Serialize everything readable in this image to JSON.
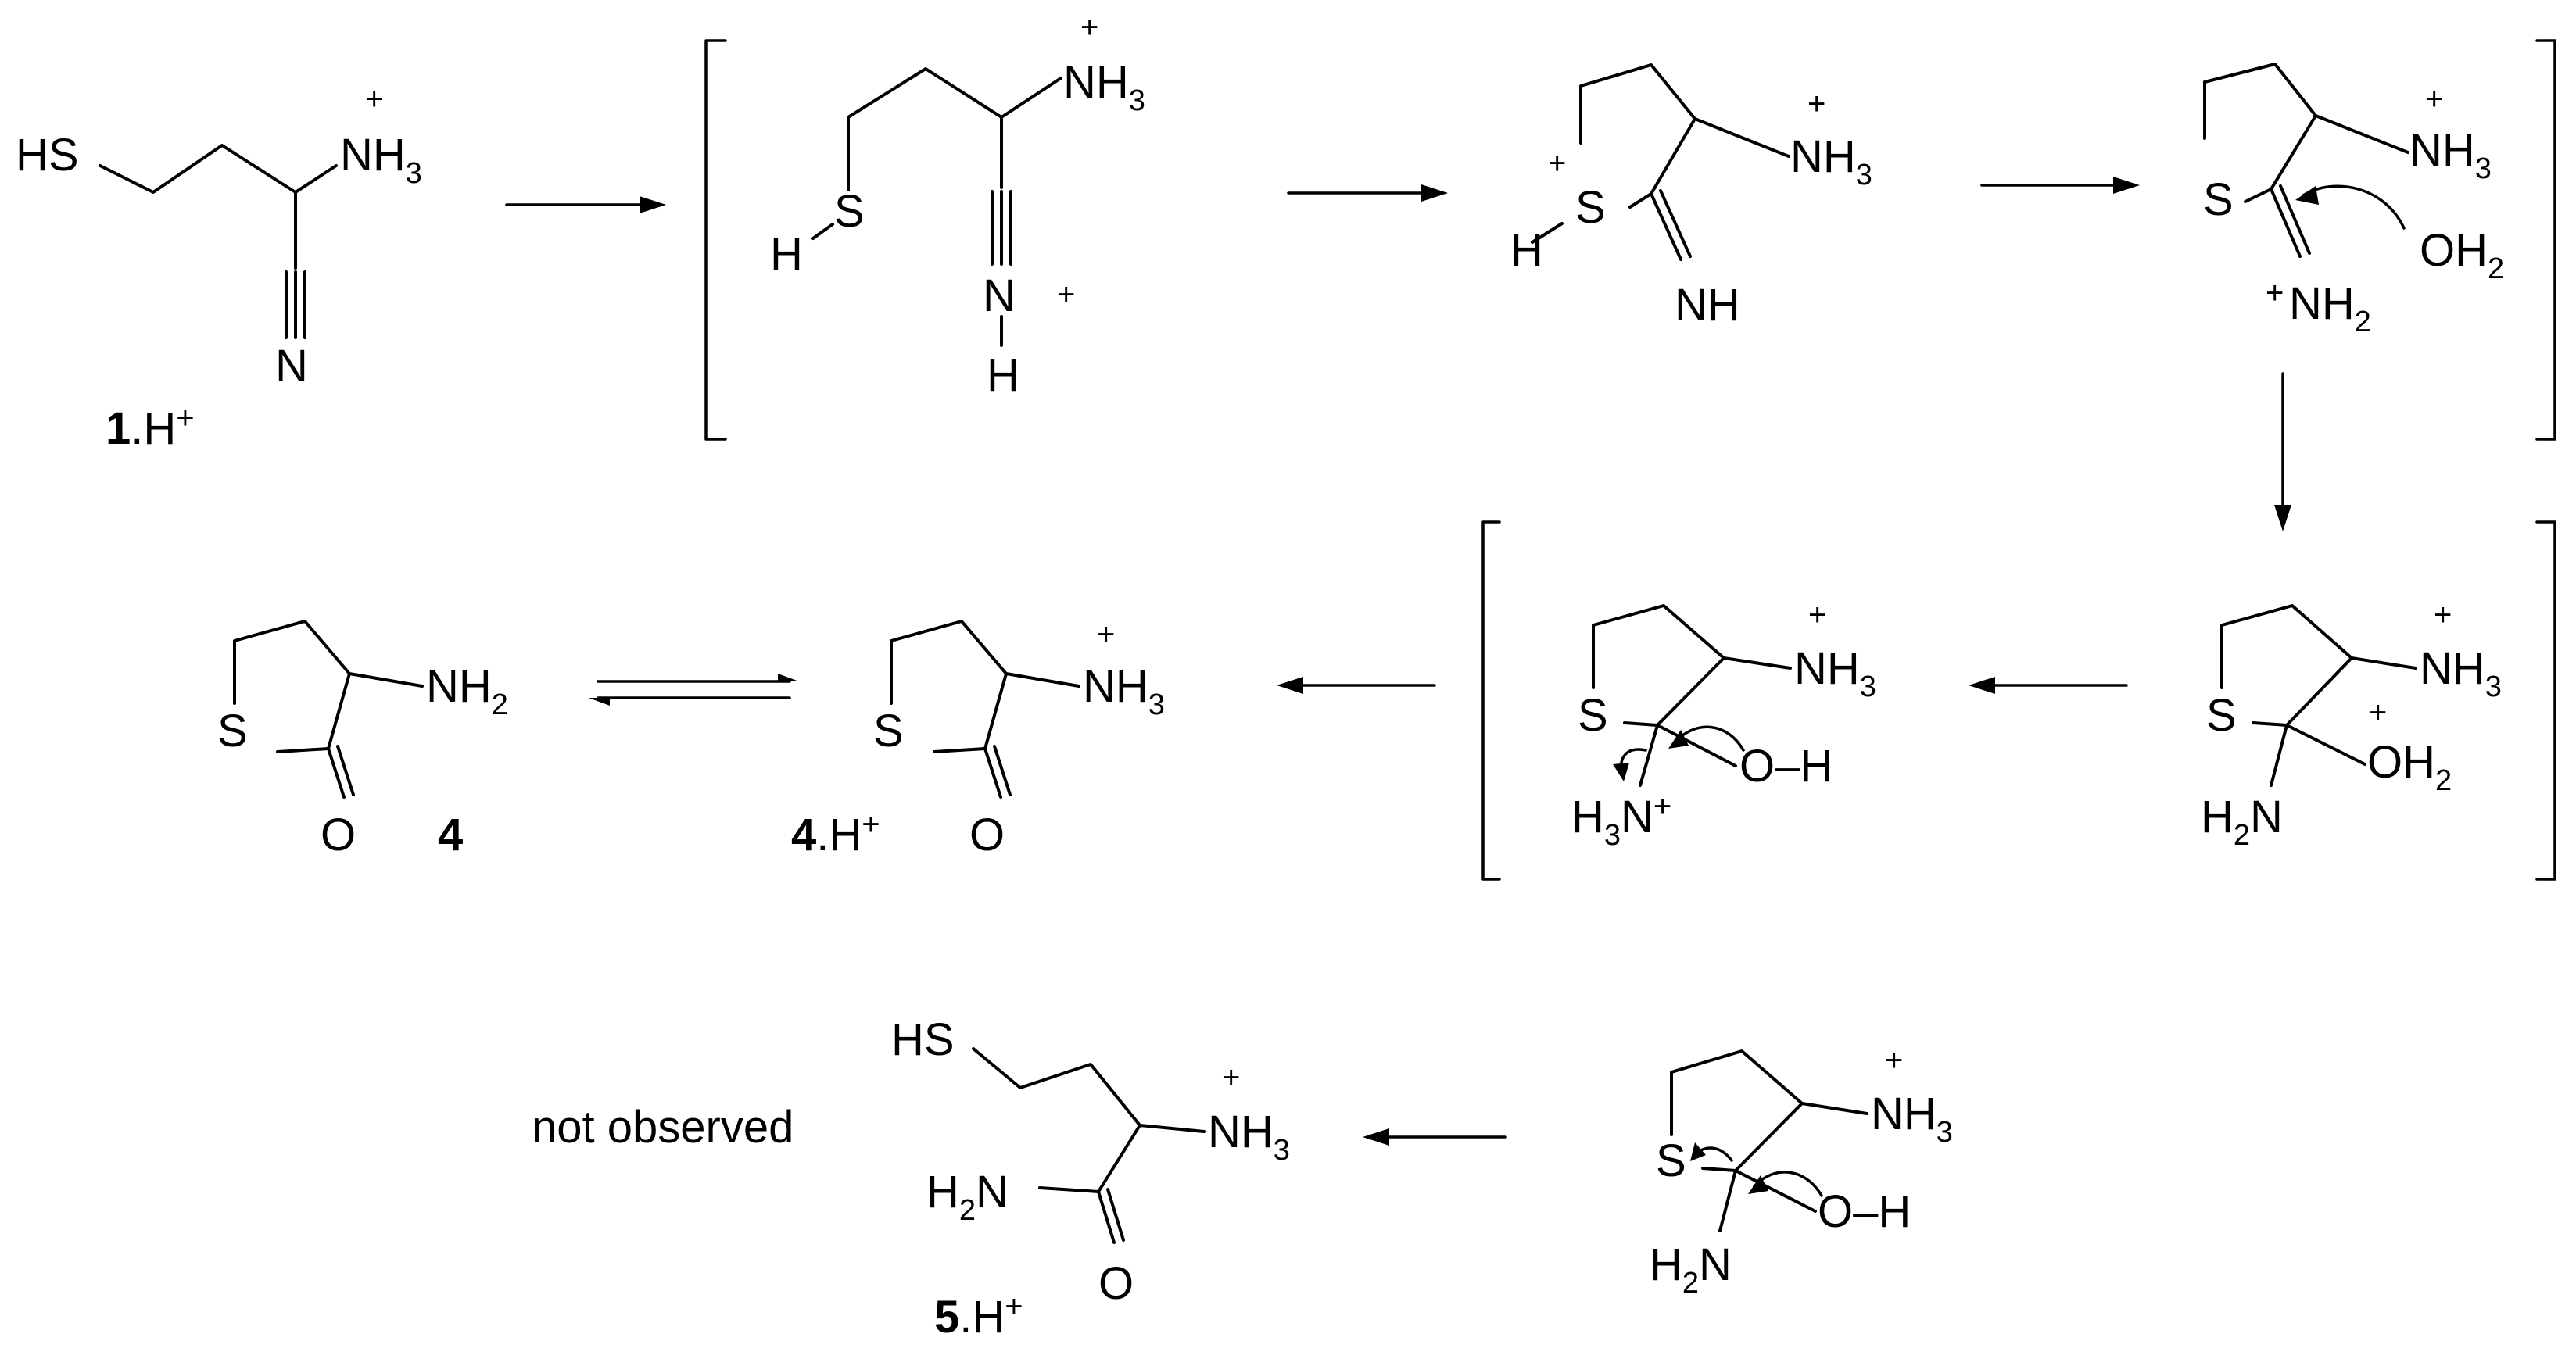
{
  "scheme": {
    "side_note": "not observed"
  },
  "compounds": {
    "c1": {
      "number": "1",
      "suffix": ".H",
      "charge": "+"
    },
    "c4": {
      "number": "4"
    },
    "c4h": {
      "number": "4",
      "suffix": ".H",
      "charge": "+"
    },
    "c5h": {
      "number": "5",
      "suffix": ".H",
      "charge": "+"
    }
  },
  "atoms": {
    "HS": "HS",
    "S": "S",
    "H": "H",
    "N": "N",
    "NH": "NH",
    "NH2": "NH",
    "NH2_sub": "2",
    "NH3": "NH",
    "NH3_sub": "3",
    "H3N": "H",
    "H3N_sub": "3",
    "H3N_tail": "N",
    "H2N": "H",
    "H2N_sub": "2",
    "H2N_tail": "N",
    "O": "O",
    "OH2": "OH",
    "OH2_sub": "2",
    "OminusH": "O–H",
    "plus": "+"
  }
}
